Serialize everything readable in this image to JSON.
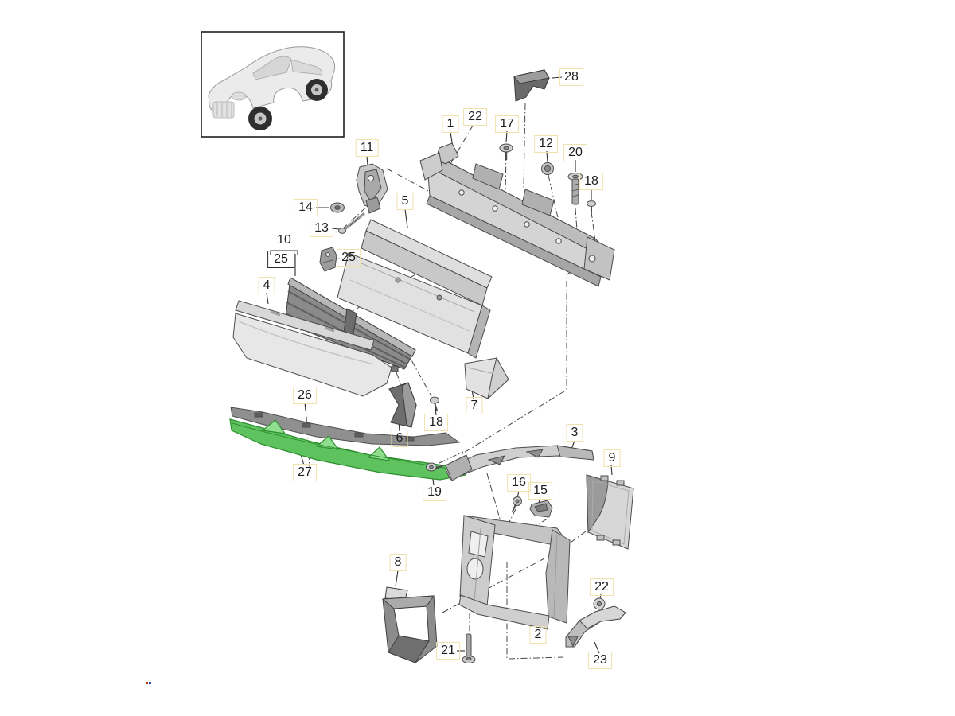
{
  "diagram_type": "exploded-parts-diagram",
  "vehicle_inset": {
    "description": "suv-three-quarter-front-view"
  },
  "colors": {
    "highlight_green": "#5ec25e",
    "highlight_green_dark": "#2f8f2f",
    "label_hotspot_border": "#f1e1ad",
    "part_gray_light": "#e3e3e3",
    "part_gray_mid": "#c9c9c9",
    "part_gray_dark": "#7a7a7a",
    "line_color": "#3f3f3f"
  },
  "labels": {
    "l1": "1",
    "l22a": "22",
    "l17": "17",
    "l28": "28",
    "l12": "12",
    "l20": "20",
    "l18a": "18",
    "l11": "11",
    "l14": "14",
    "l13": "13",
    "l10": "10",
    "l25box": "25",
    "l25": "25",
    "l5": "5",
    "l4": "4",
    "l26": "26",
    "l27": "27",
    "l6": "6",
    "l18b": "18",
    "l7": "7",
    "l3": "3",
    "l19": "19",
    "l16": "16",
    "l15": "15",
    "l9": "9",
    "l8": "8",
    "l21": "21",
    "l2": "2",
    "l22b": "22",
    "l23": "23"
  },
  "highlighted_part_label": "27"
}
